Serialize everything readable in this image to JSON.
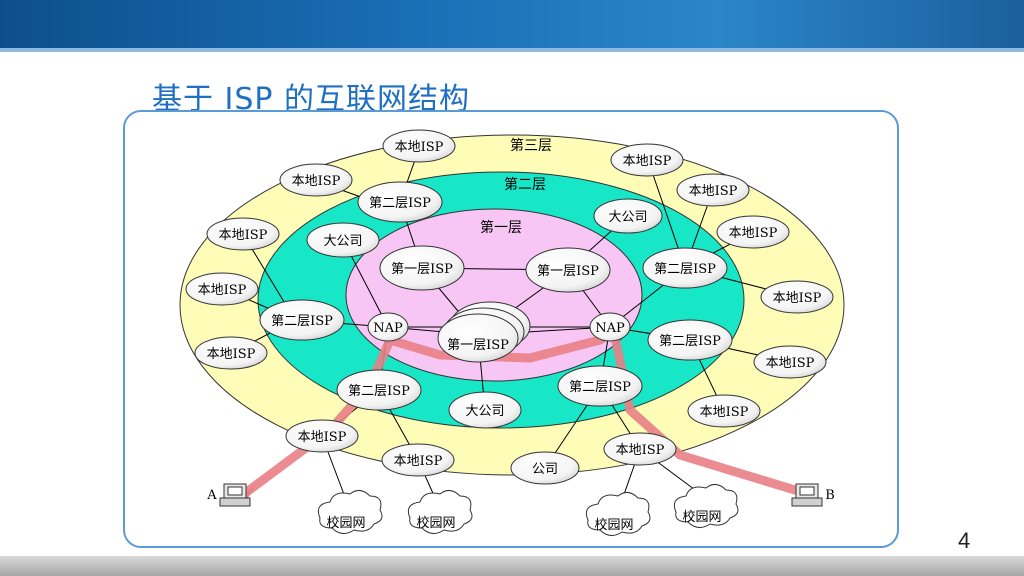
{
  "slide": {
    "title": "基于 ISP 的互联网结构",
    "page_number": "4"
  },
  "diagram": {
    "tiers": {
      "third": "第三层",
      "second": "第二层",
      "first": "第一层"
    },
    "nodes": {
      "local_isp": "本地ISP",
      "tier2_isp": "第二层ISP",
      "tier1_isp": "第一层ISP",
      "big_company": "大公司",
      "company": "公司",
      "nap": "NAP",
      "campus_net": "校园网",
      "host_a": "A",
      "host_b": "B"
    },
    "colors": {
      "outer_ring": "#fefdb8",
      "middle_ring": "#17e6c7",
      "inner_ring": "#f7c6f5",
      "path": "#e87f86",
      "frame": "#5b9bd5",
      "title": "#1f6fc4"
    }
  }
}
